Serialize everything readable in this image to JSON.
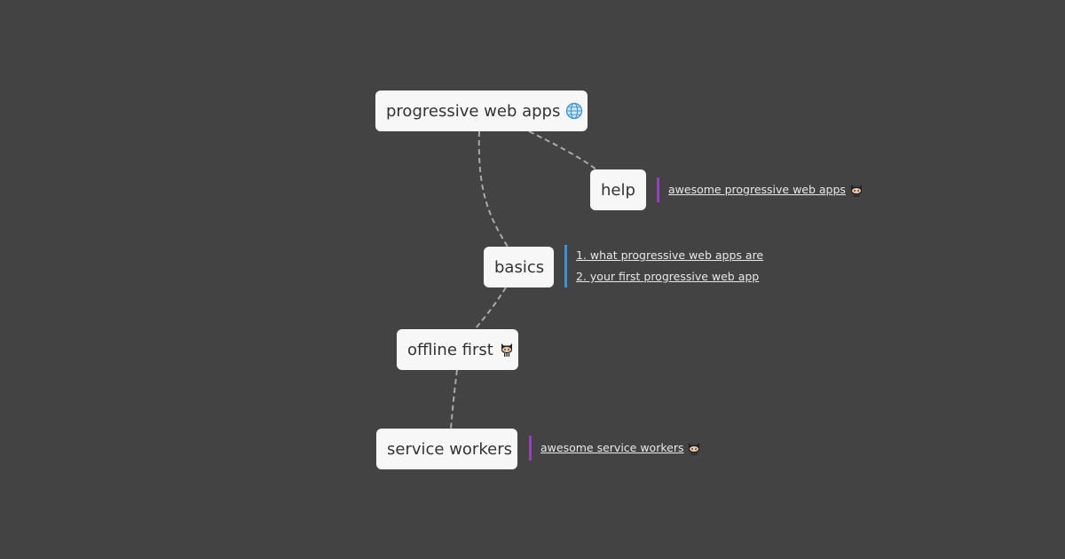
{
  "nodes": {
    "root": {
      "label": "progressive web apps",
      "icon": "globe-icon"
    },
    "help": {
      "label": "help"
    },
    "basics": {
      "label": "basics"
    },
    "offline": {
      "label": "offline first",
      "icon": "github-octocat-icon"
    },
    "service": {
      "label": "service workers"
    }
  },
  "links": {
    "help": [
      {
        "label": "awesome progressive web apps",
        "icon": "github-octocat-icon"
      }
    ],
    "basics": [
      {
        "label": "1. what progressive web apps are"
      },
      {
        "label": "2. your first progressive web app"
      }
    ],
    "service": [
      {
        "label": "awesome service workers",
        "icon": "github-octocat-icon"
      }
    ]
  },
  "colors": {
    "background": "#434343",
    "node": "#f7f7f7",
    "edge": "#a8a8a8",
    "accent_purple": "#9b3dbf",
    "accent_blue": "#3a93d6"
  }
}
